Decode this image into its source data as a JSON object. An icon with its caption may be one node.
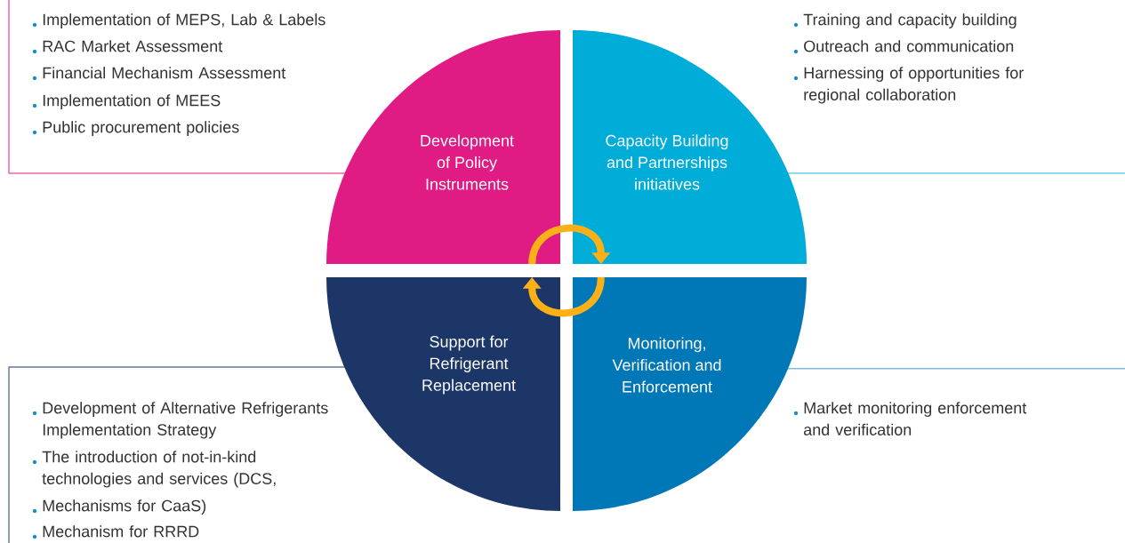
{
  "diagram": {
    "nodes": [
      {
        "text": [
          "Development of Policy Instruments"
        ]
      },
      {
        "text": [
          "Capacity Building and Partnerships initiatives"
        ]
      },
      {
        "text": [
          "Support for Refrigerant Replacement"
        ]
      },
      {
        "text": [
          "Monitoring, Verification and Enforcement"
        ]
      }
    ],
    "edges": [
      {
        "from": 0,
        "to": 1,
        "arrow": "to"
      },
      {
        "from": 3,
        "to": 2,
        "arrow": "to"
      }
    ],
    "labels": [
      "Implementation of MEPS, Lab & Labels",
      "RAC Market Assessment",
      "Financial Mechanism Assessment",
      "Implementation of MEES",
      "Public procurement policies",
      "Training and capacity building",
      "Outreach and communication",
      "Harnessing of opportunities for regional collaboration",
      "Development of Alternative Refrigerants Implementation Strategy",
      "The introduction of not-in-kind technologies and services (DCS,",
      "Mechanisms for CaaS)",
      "Mechanism for RRRD",
      "Market monitoring enforcement and verification"
    ]
  }
}
